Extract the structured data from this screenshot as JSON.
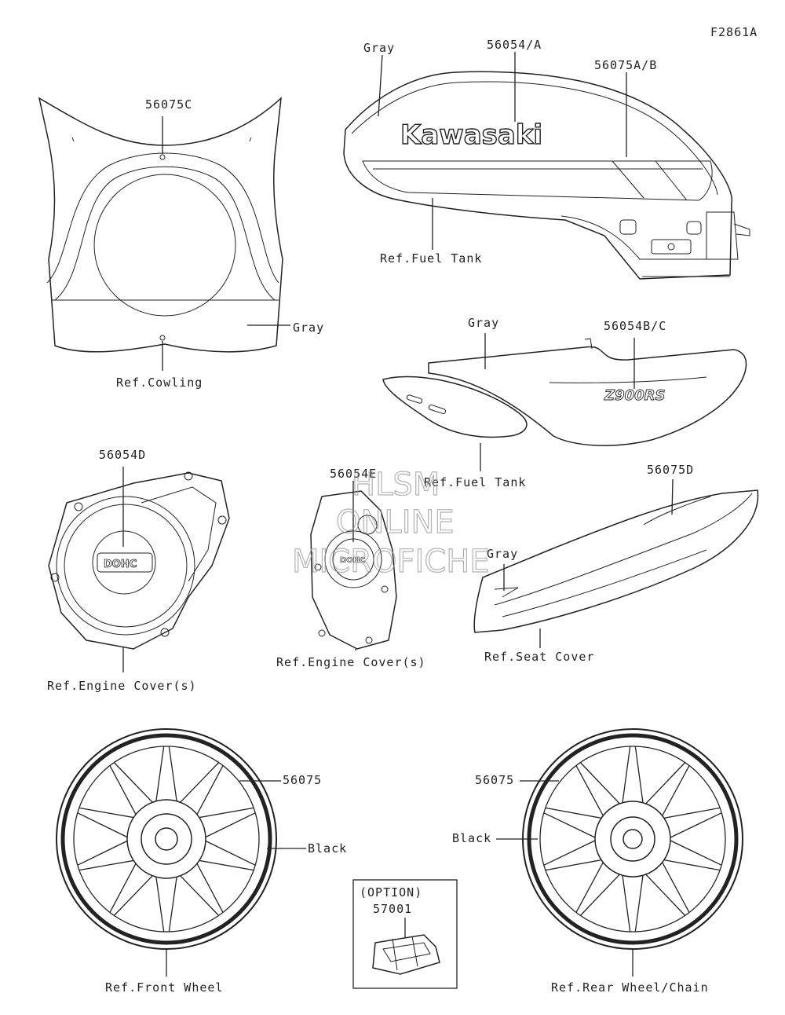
{
  "figure_id": "F2861A",
  "labels": {
    "cowl_part": "56075C",
    "cowl_color": "Gray",
    "cowl_ref": "Ref.Cowling",
    "tank_color": "Gray",
    "tank_part_a": "56054/A",
    "tank_part_b": "56075A/B",
    "tank_logo": "Kawasaki",
    "tank_ref": "Ref.Fuel Tank",
    "side_color": "Gray",
    "side_part": "56054B/C",
    "side_logo": "Z900RS",
    "side_ref": "Ref.Fuel Tank",
    "eng_left_part": "56054D",
    "eng_left_logo": "DOHC",
    "eng_left_ref": "Ref.Engine Cover(s)",
    "eng_right_part": "56054E",
    "eng_right_logo": "DOHC",
    "eng_right_ref": "Ref.Engine Cover(s)",
    "seat_part": "56075D",
    "seat_color": "Gray",
    "seat_ref": "Ref.Seat Cover",
    "front_part": "56075",
    "front_color": "Black",
    "front_ref": "Ref.Front Wheel",
    "rear_part": "56075",
    "rear_color": "Black",
    "rear_ref": "Ref.Rear Wheel/Chain",
    "option_title": "(OPTION)",
    "option_part": "57001"
  },
  "watermark": {
    "line1": "HLSM",
    "line2": "ONLINE",
    "line3": "MICROFICHE"
  }
}
